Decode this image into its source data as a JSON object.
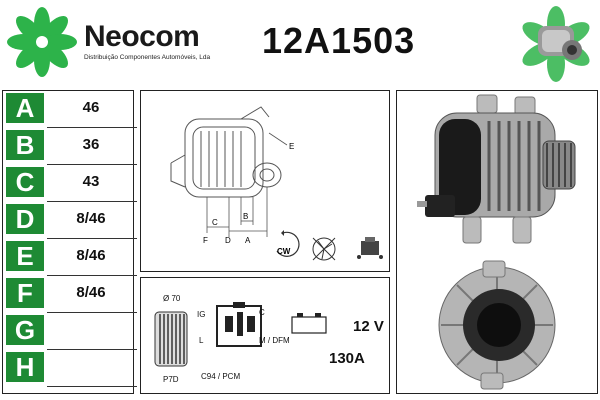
{
  "header": {
    "brand": "Neocom",
    "brand_subtitle": "Distribuição Componentes Automóveis, Lda",
    "part_number": "12A1503"
  },
  "colors": {
    "brand_green": "#1e8a34",
    "logo_green": "#2db34a"
  },
  "specs": [
    {
      "letter": "A",
      "value": "46"
    },
    {
      "letter": "B",
      "value": "36"
    },
    {
      "letter": "C",
      "value": "43"
    },
    {
      "letter": "D",
      "value": "8/46"
    },
    {
      "letter": "E",
      "value": "8/46"
    },
    {
      "letter": "F",
      "value": "8/46"
    },
    {
      "letter": "G",
      "value": ""
    },
    {
      "letter": "H",
      "value": ""
    }
  ],
  "diagram": {
    "labels": [
      "E",
      "C",
      "B",
      "F",
      "D",
      "A"
    ],
    "rotation": "CW"
  },
  "electrical": {
    "pulley_diameter": "Ø 70",
    "pulley_type": "P7D",
    "connector_code": "C94 / PCM",
    "terminal_ig": "IG",
    "terminal_l": "L",
    "terminal_c": "C",
    "terminal_m": "M / DFM",
    "voltage": "12 V",
    "amperage": "130A"
  },
  "icons": [
    "logo-flower-icon",
    "cw-rotation-icon",
    "no-fan-icon",
    "connector-icon",
    "battery-icon",
    "pulley-icon"
  ]
}
